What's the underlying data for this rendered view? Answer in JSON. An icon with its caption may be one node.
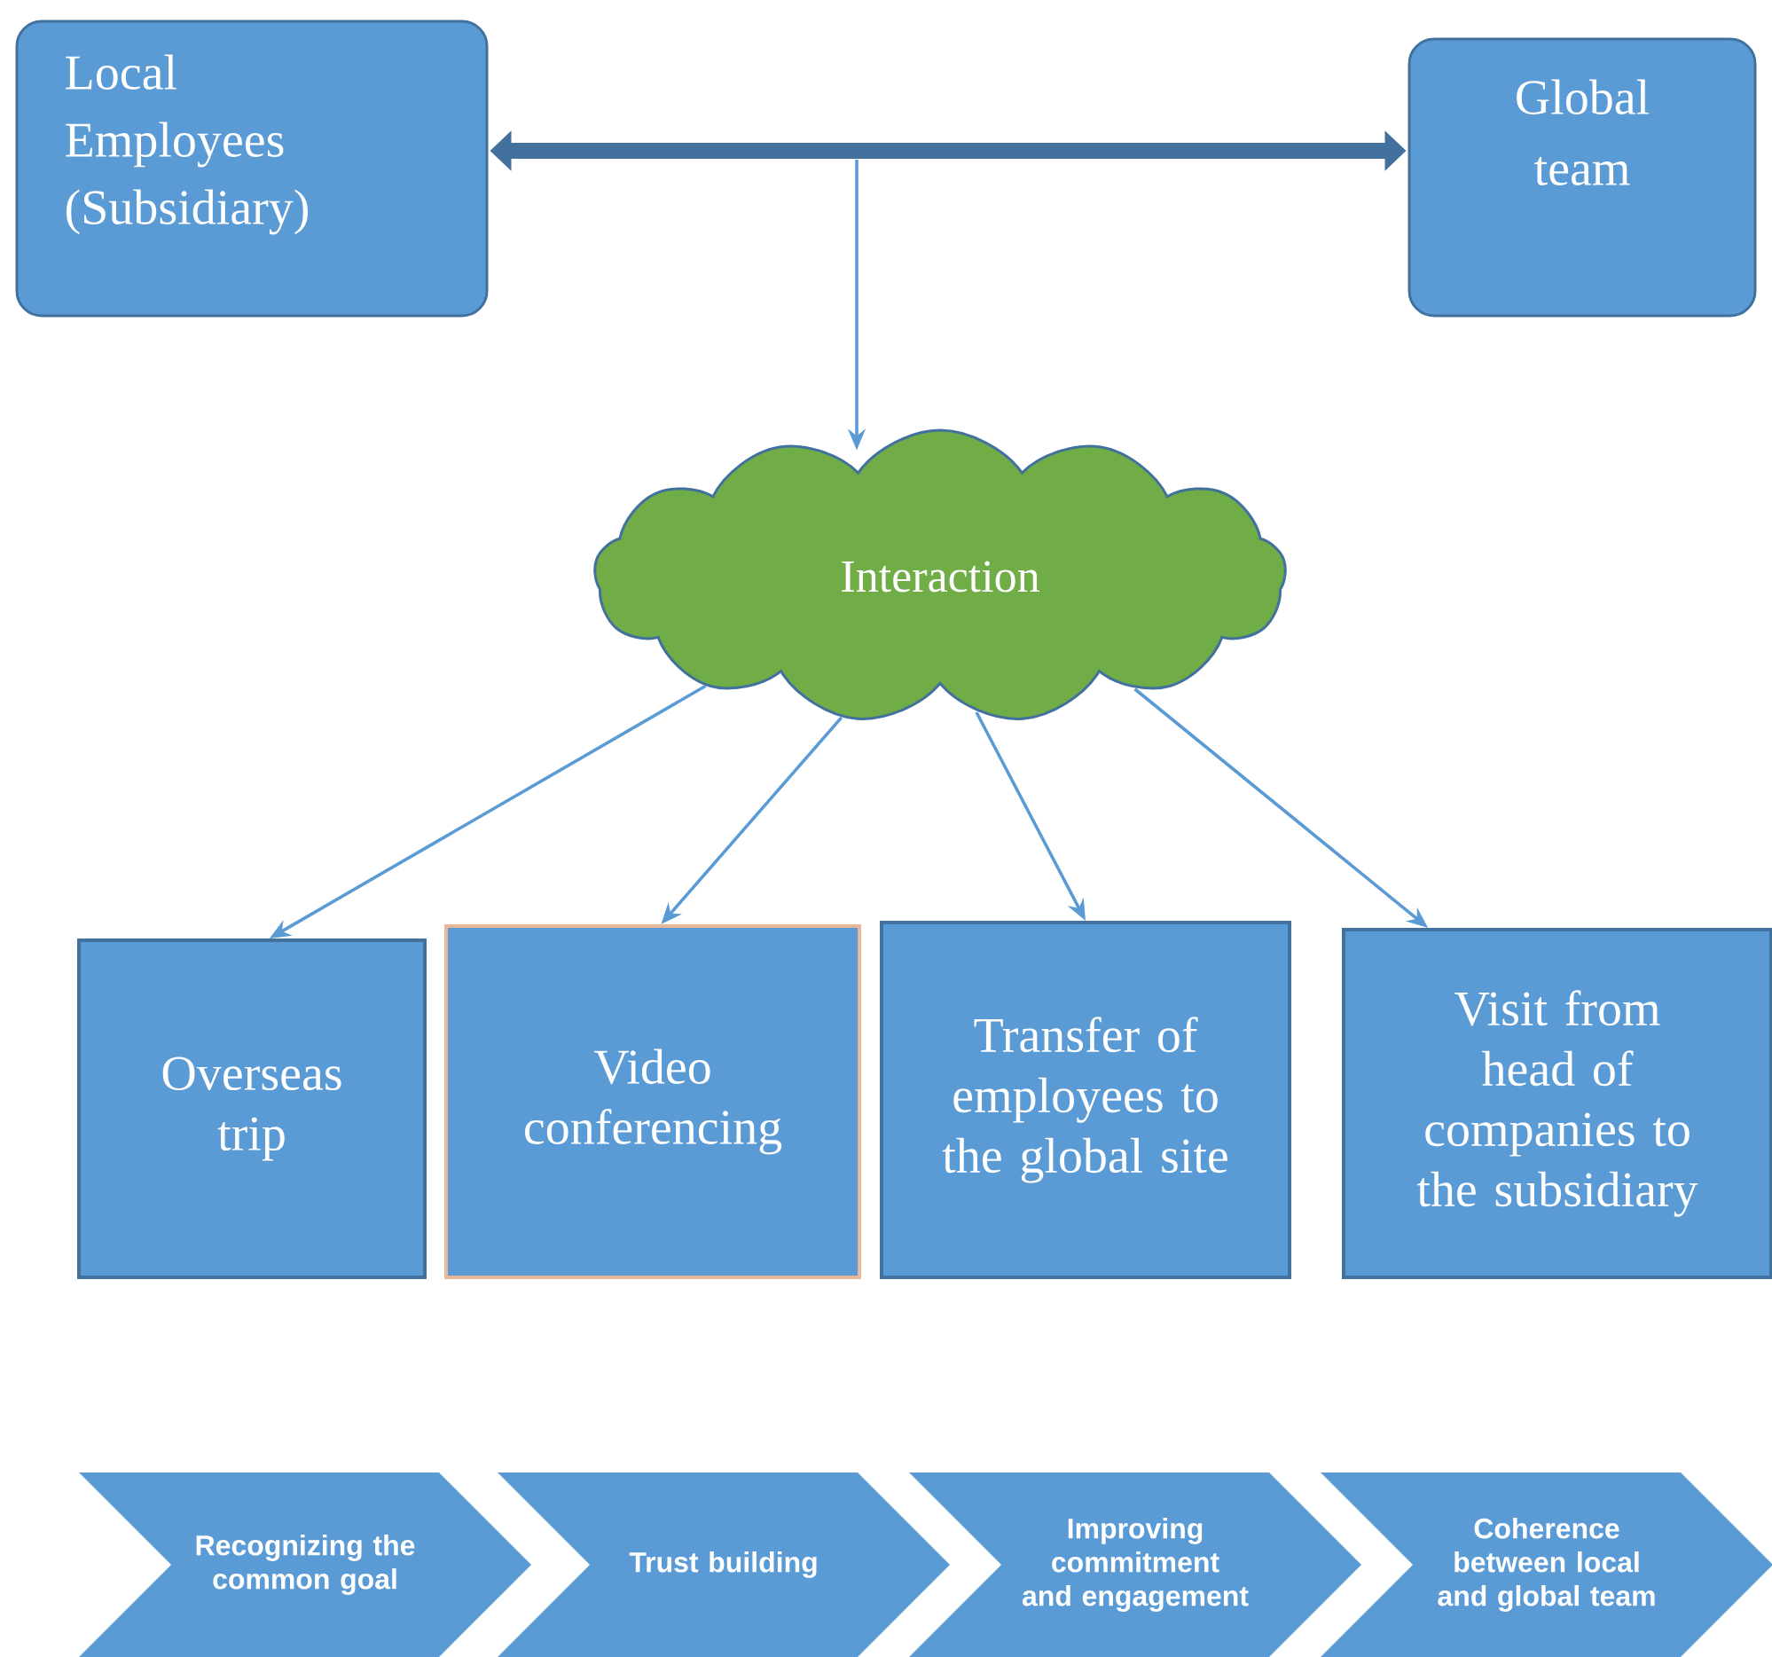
{
  "diagram": {
    "nodes": [
      {
        "text": [
          "Local Employees (Subsidiary)"
        ]
      },
      {
        "text": [
          "Global team"
        ]
      },
      {
        "text": [
          "Interaction"
        ]
      },
      {
        "text": [
          "Overseas trip"
        ]
      },
      {
        "text": [
          "Video conferencing"
        ]
      },
      {
        "text": [
          "Transfer of employees to the global site"
        ]
      },
      {
        "text": [
          "Visit from head of companies to the subsidiary"
        ]
      },
      {
        "text": [
          "Recognizing the common goal"
        ]
      },
      {
        "text": [
          "Trust building"
        ]
      },
      {
        "text": [
          "Improving commitment and engagement"
        ]
      },
      {
        "text": [
          "Coherence between local and global team"
        ]
      }
    ],
    "edges": [
      {
        "from": 0,
        "to": 1,
        "arrow": "both",
        "style": "thick"
      },
      {
        "from": null,
        "to": 2,
        "arrow": "to"
      },
      {
        "from": 2,
        "to": 3,
        "arrow": "to"
      },
      {
        "from": 2,
        "to": 4,
        "arrow": "to"
      },
      {
        "from": 2,
        "to": 5,
        "arrow": "to"
      },
      {
        "from": 2,
        "to": 6,
        "arrow": "to"
      }
    ]
  }
}
